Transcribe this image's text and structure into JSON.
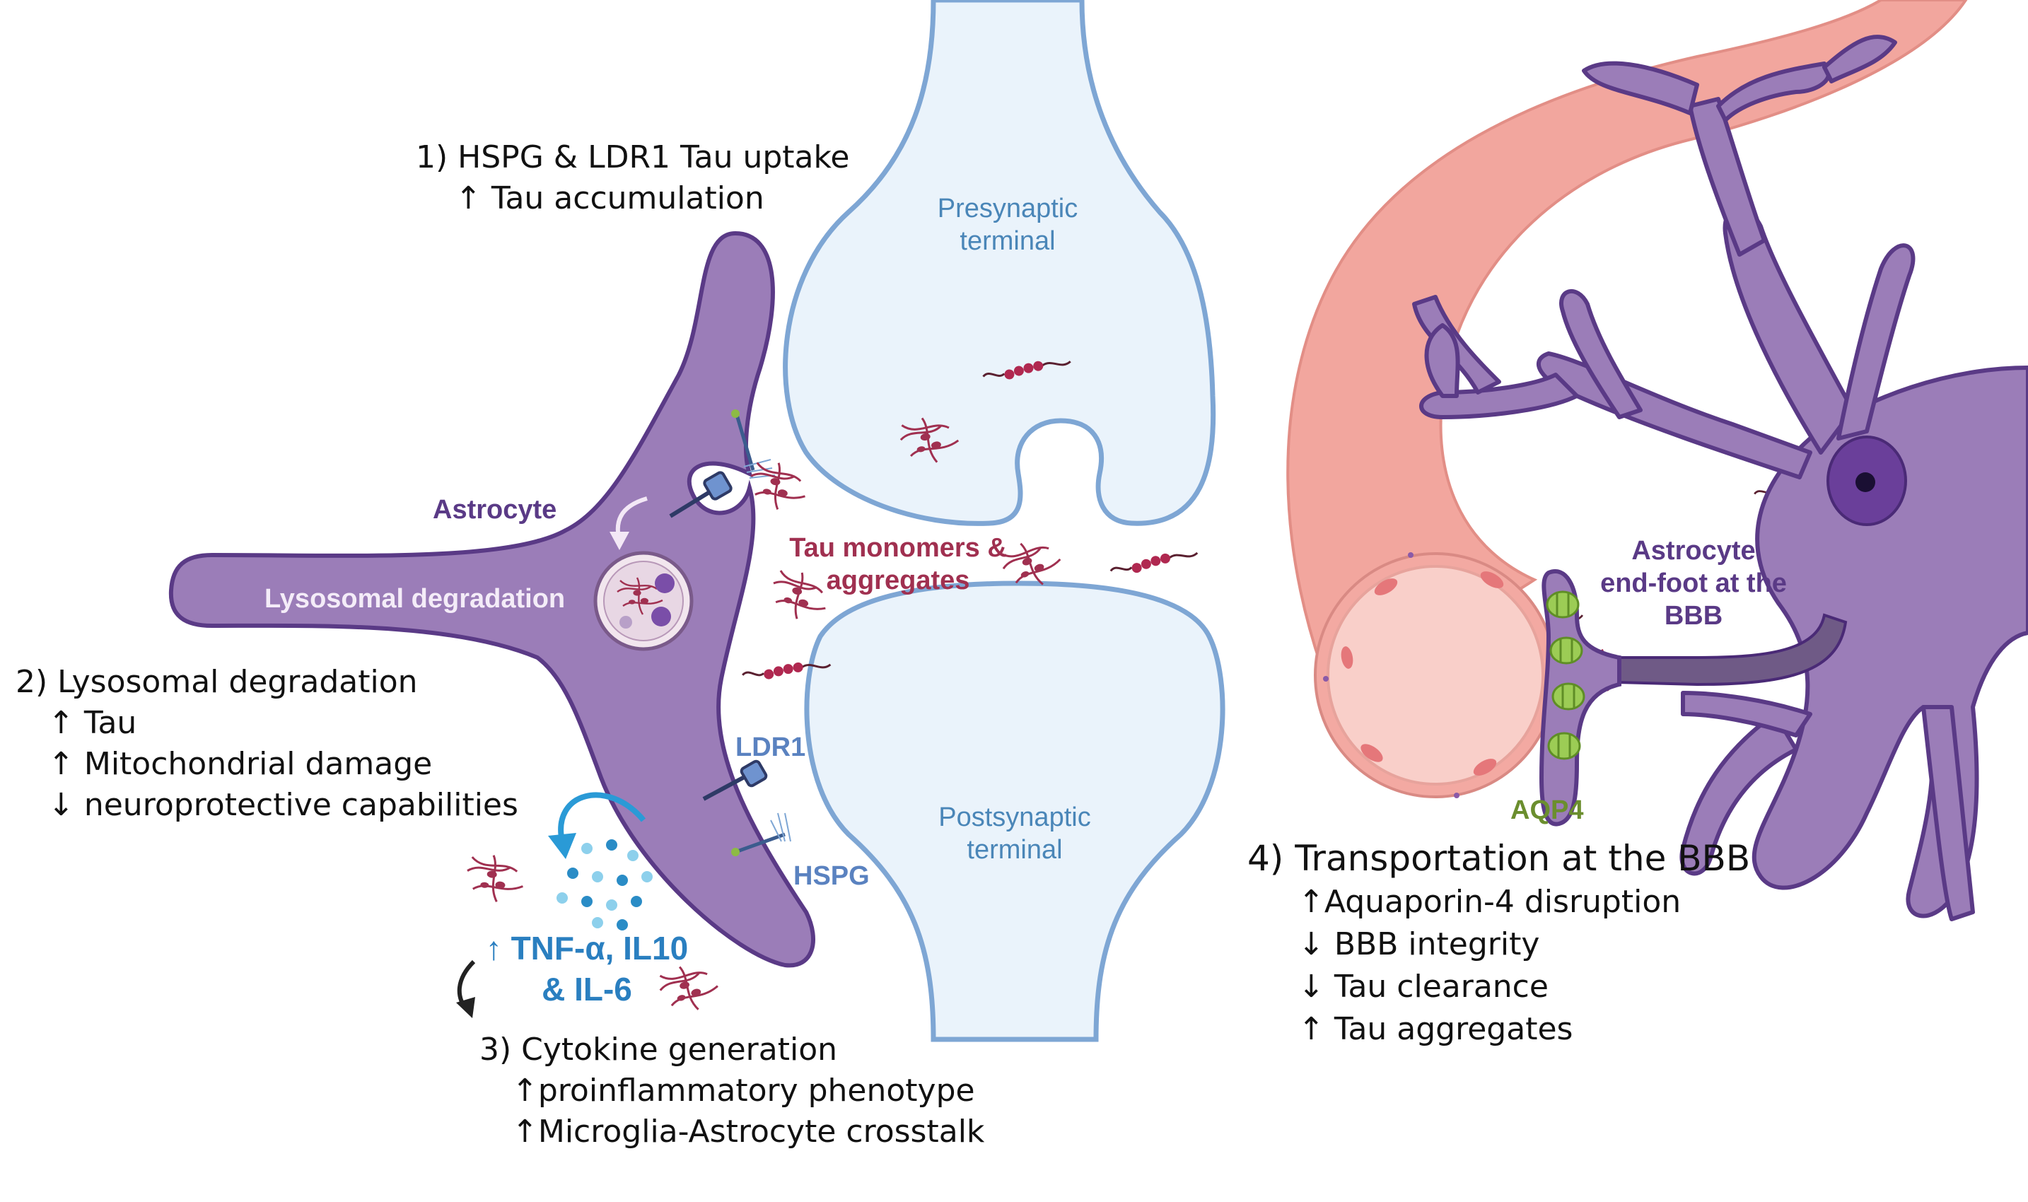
{
  "colors": {
    "astrocyte_fill": "#9b7db8",
    "astrocyte_stroke": "#5a3a86",
    "neuron_fill": "#eaf3fb",
    "neuron_stroke": "#7ea6d4",
    "vessel_fill": "#f2a69e",
    "vessel_lumen": "#f9cfc9",
    "tau": "#a03050",
    "aqp4": "#8dbb45",
    "cytokine": "#2a8cc6",
    "text_purple": "#5a3a86",
    "text_tau": "#a03050",
    "text_blue": "#5a82c0",
    "text_cytokine": "#2a7fc0",
    "text_aqp4": "#6b8e2e"
  },
  "labels": {
    "presynaptic": [
      "Presynaptic",
      "terminal"
    ],
    "postsynaptic": [
      "Postsynaptic",
      "terminal"
    ],
    "astrocyte": "Astrocyte",
    "lysosomal": "Lysosomal degradation",
    "tau_monomers": [
      "Tau monomers &",
      "aggregates"
    ],
    "ldr1": "LDR1",
    "hspg": "HSPG",
    "cytokines": [
      "↑ TNF-α, IL10",
      "& IL-6"
    ],
    "endfoot": [
      "Astrocyte",
      "end-foot at the",
      "BBB"
    ],
    "aqp4": "AQP4"
  },
  "steps": {
    "s1": [
      "1) HSPG & LDR1 Tau uptake",
      "↑ Tau accumulation"
    ],
    "s2": [
      "2) Lysosomal degradation",
      "↑  Tau",
      "↑  Mitochondrial damage",
      "↓  neuroprotective capabilities"
    ],
    "s3": [
      "3) Cytokine generation",
      "↑proinflammatory phenotype",
      "↑Microglia-Astrocyte crosstalk"
    ],
    "s4": [
      "4) Transportation at the BBB",
      "↑Aquaporin-4 disruption",
      "↓ BBB integrity",
      "↓ Tau clearance",
      "↑ Tau aggregates"
    ]
  }
}
